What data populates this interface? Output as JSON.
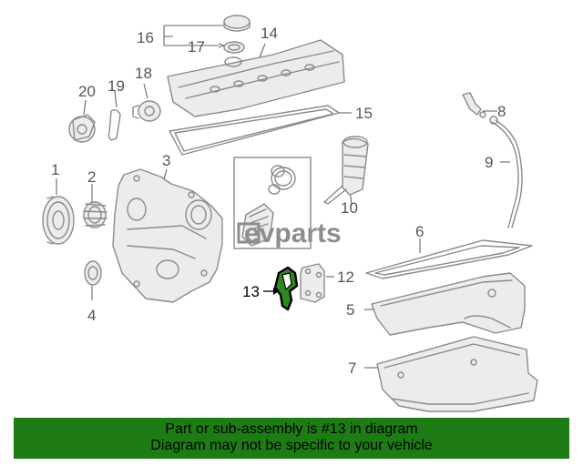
{
  "diagram": {
    "callouts": [
      {
        "id": "1",
        "label": "1"
      },
      {
        "id": "2",
        "label": "2"
      },
      {
        "id": "3",
        "label": "3"
      },
      {
        "id": "4",
        "label": "4"
      },
      {
        "id": "5",
        "label": "5"
      },
      {
        "id": "6",
        "label": "6"
      },
      {
        "id": "7",
        "label": "7"
      },
      {
        "id": "8",
        "label": "8"
      },
      {
        "id": "9",
        "label": "9"
      },
      {
        "id": "10",
        "label": "10"
      },
      {
        "id": "12",
        "label": "12"
      },
      {
        "id": "13",
        "label": "13"
      },
      {
        "id": "14",
        "label": "14"
      },
      {
        "id": "15",
        "label": "15"
      },
      {
        "id": "16",
        "label": "16"
      },
      {
        "id": "17",
        "label": "17"
      },
      {
        "id": "18",
        "label": "18"
      },
      {
        "id": "19",
        "label": "19"
      },
      {
        "id": "20",
        "label": "20"
      }
    ],
    "highlighted_part": "13",
    "highlight_color": "#1e7c14",
    "watermark": "evparts"
  },
  "banner": {
    "line1": "Part or sub-assembly is #13 in diagram",
    "line2": "Diagram may not be specific to your vehicle",
    "background": "#1e7c14"
  }
}
